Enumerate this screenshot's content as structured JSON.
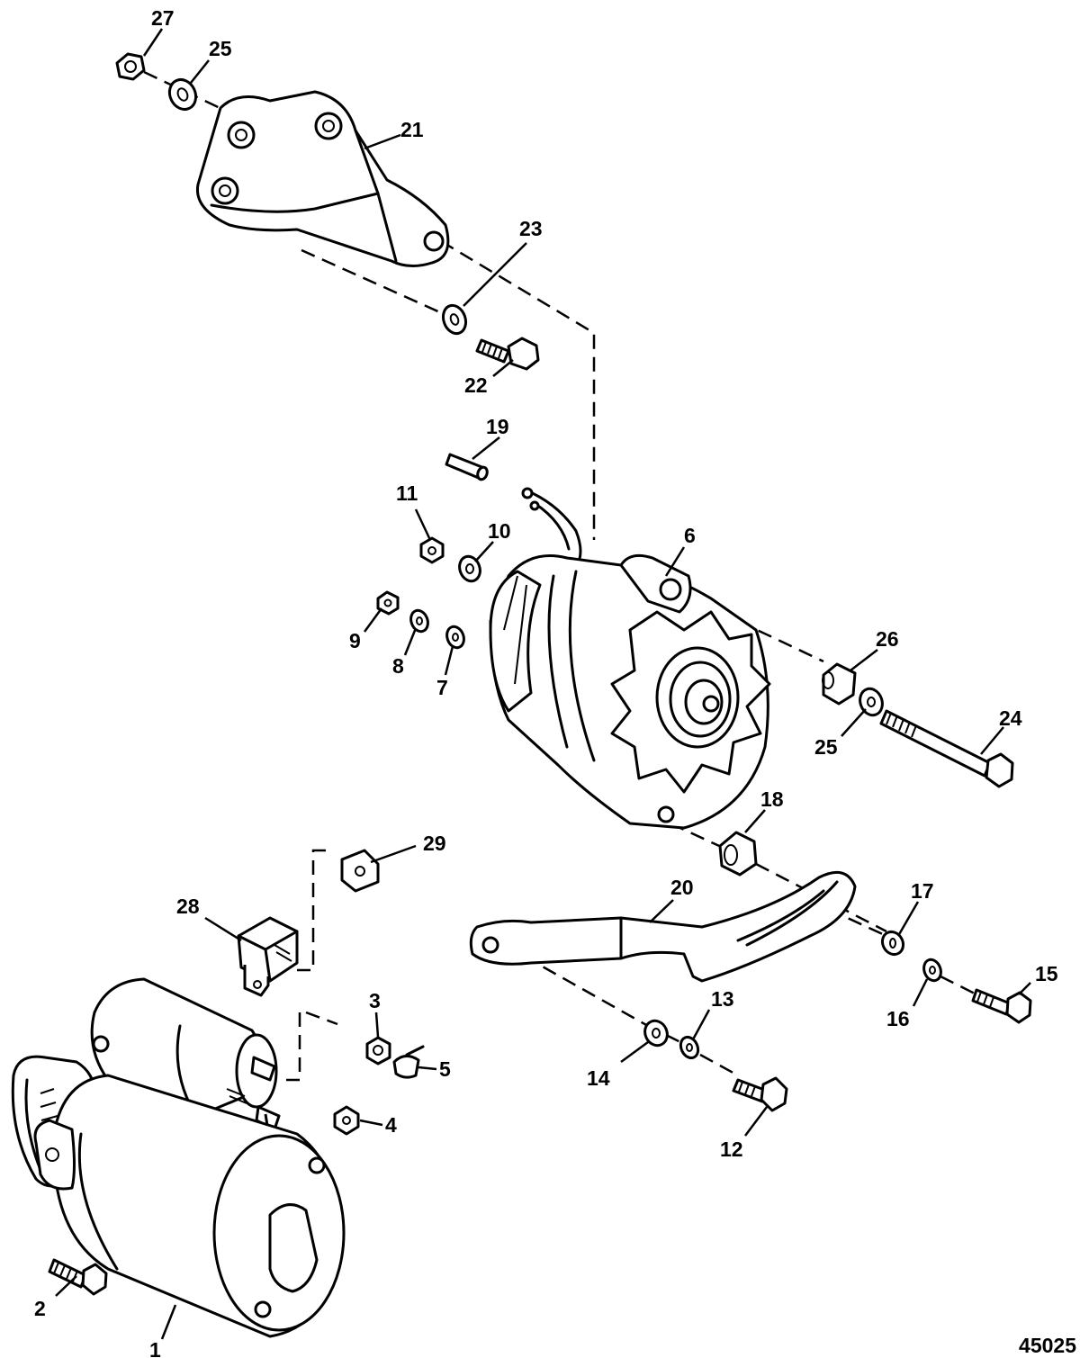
{
  "figure_number": "45025",
  "callouts": [
    {
      "label": "27"
    },
    {
      "label": "25"
    },
    {
      "label": "21"
    },
    {
      "label": "23"
    },
    {
      "label": "22"
    },
    {
      "label": "19"
    },
    {
      "label": "11"
    },
    {
      "label": "10"
    },
    {
      "label": "6"
    },
    {
      "label": "9"
    },
    {
      "label": "8"
    },
    {
      "label": "7"
    },
    {
      "label": "26"
    },
    {
      "label": "24"
    },
    {
      "label": "25"
    },
    {
      "label": "18"
    },
    {
      "label": "29"
    },
    {
      "label": "28"
    },
    {
      "label": "20"
    },
    {
      "label": "17"
    },
    {
      "label": "3"
    },
    {
      "label": "5"
    },
    {
      "label": "13"
    },
    {
      "label": "15"
    },
    {
      "label": "16"
    },
    {
      "label": "14"
    },
    {
      "label": "4"
    },
    {
      "label": "12"
    },
    {
      "label": "2"
    },
    {
      "label": "1"
    }
  ]
}
